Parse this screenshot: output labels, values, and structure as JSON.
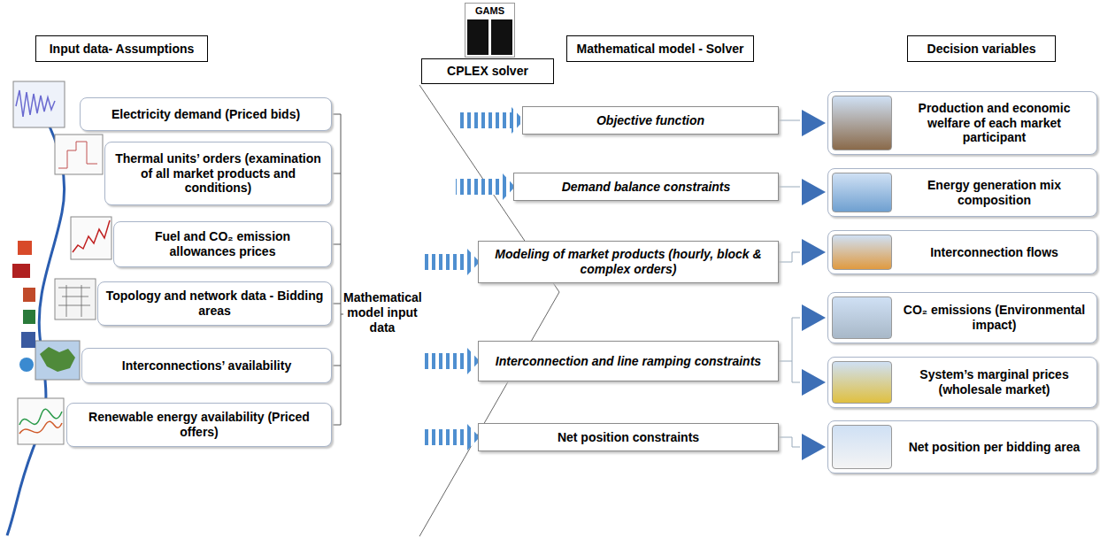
{
  "diagram": {
    "nodes": [
      {
        "text": [
          "Input data- Assumptions"
        ]
      },
      {
        "text": [
          "GAMS"
        ]
      },
      {
        "text": [
          "CPLEX solver"
        ]
      },
      {
        "text": [
          "Mathematical model - Solver"
        ]
      },
      {
        "text": [
          "Decision variables"
        ]
      },
      {
        "text": [
          "Electricity demand (Priced bids)"
        ]
      },
      {
        "text": [
          "Thermal units’ orders (examination of all market products and conditions)"
        ]
      },
      {
        "text": [
          "Fuel and CO₂ emission allowances prices"
        ]
      },
      {
        "text": [
          "Topology and network data - Bidding areas"
        ]
      },
      {
        "text": [
          "Interconnections’ availability"
        ]
      },
      {
        "text": [
          "Renewable energy availability (Priced offers)"
        ]
      },
      {
        "text": [
          "Objective function"
        ]
      },
      {
        "text": [
          "Demand balance constraints"
        ]
      },
      {
        "text": [
          "Modeling of market products (hourly, block & complex orders)"
        ]
      },
      {
        "text": [
          "Interconnection and line ramping constraints"
        ]
      },
      {
        "text": [
          "Net position constraints"
        ]
      },
      {
        "text": [
          "Production and economic welfare of each market participant"
        ]
      },
      {
        "text": [
          "Energy generation mix composition"
        ]
      },
      {
        "text": [
          "Interconnection flows"
        ]
      },
      {
        "text": [
          "CO₂ emissions (Environmental impact)"
        ]
      },
      {
        "text": [
          "System’s marginal prices (wholesale market)"
        ]
      },
      {
        "text": [
          "Net position per bidding area"
        ]
      }
    ],
    "labels": [
      "Mathematical model input data"
    ]
  }
}
